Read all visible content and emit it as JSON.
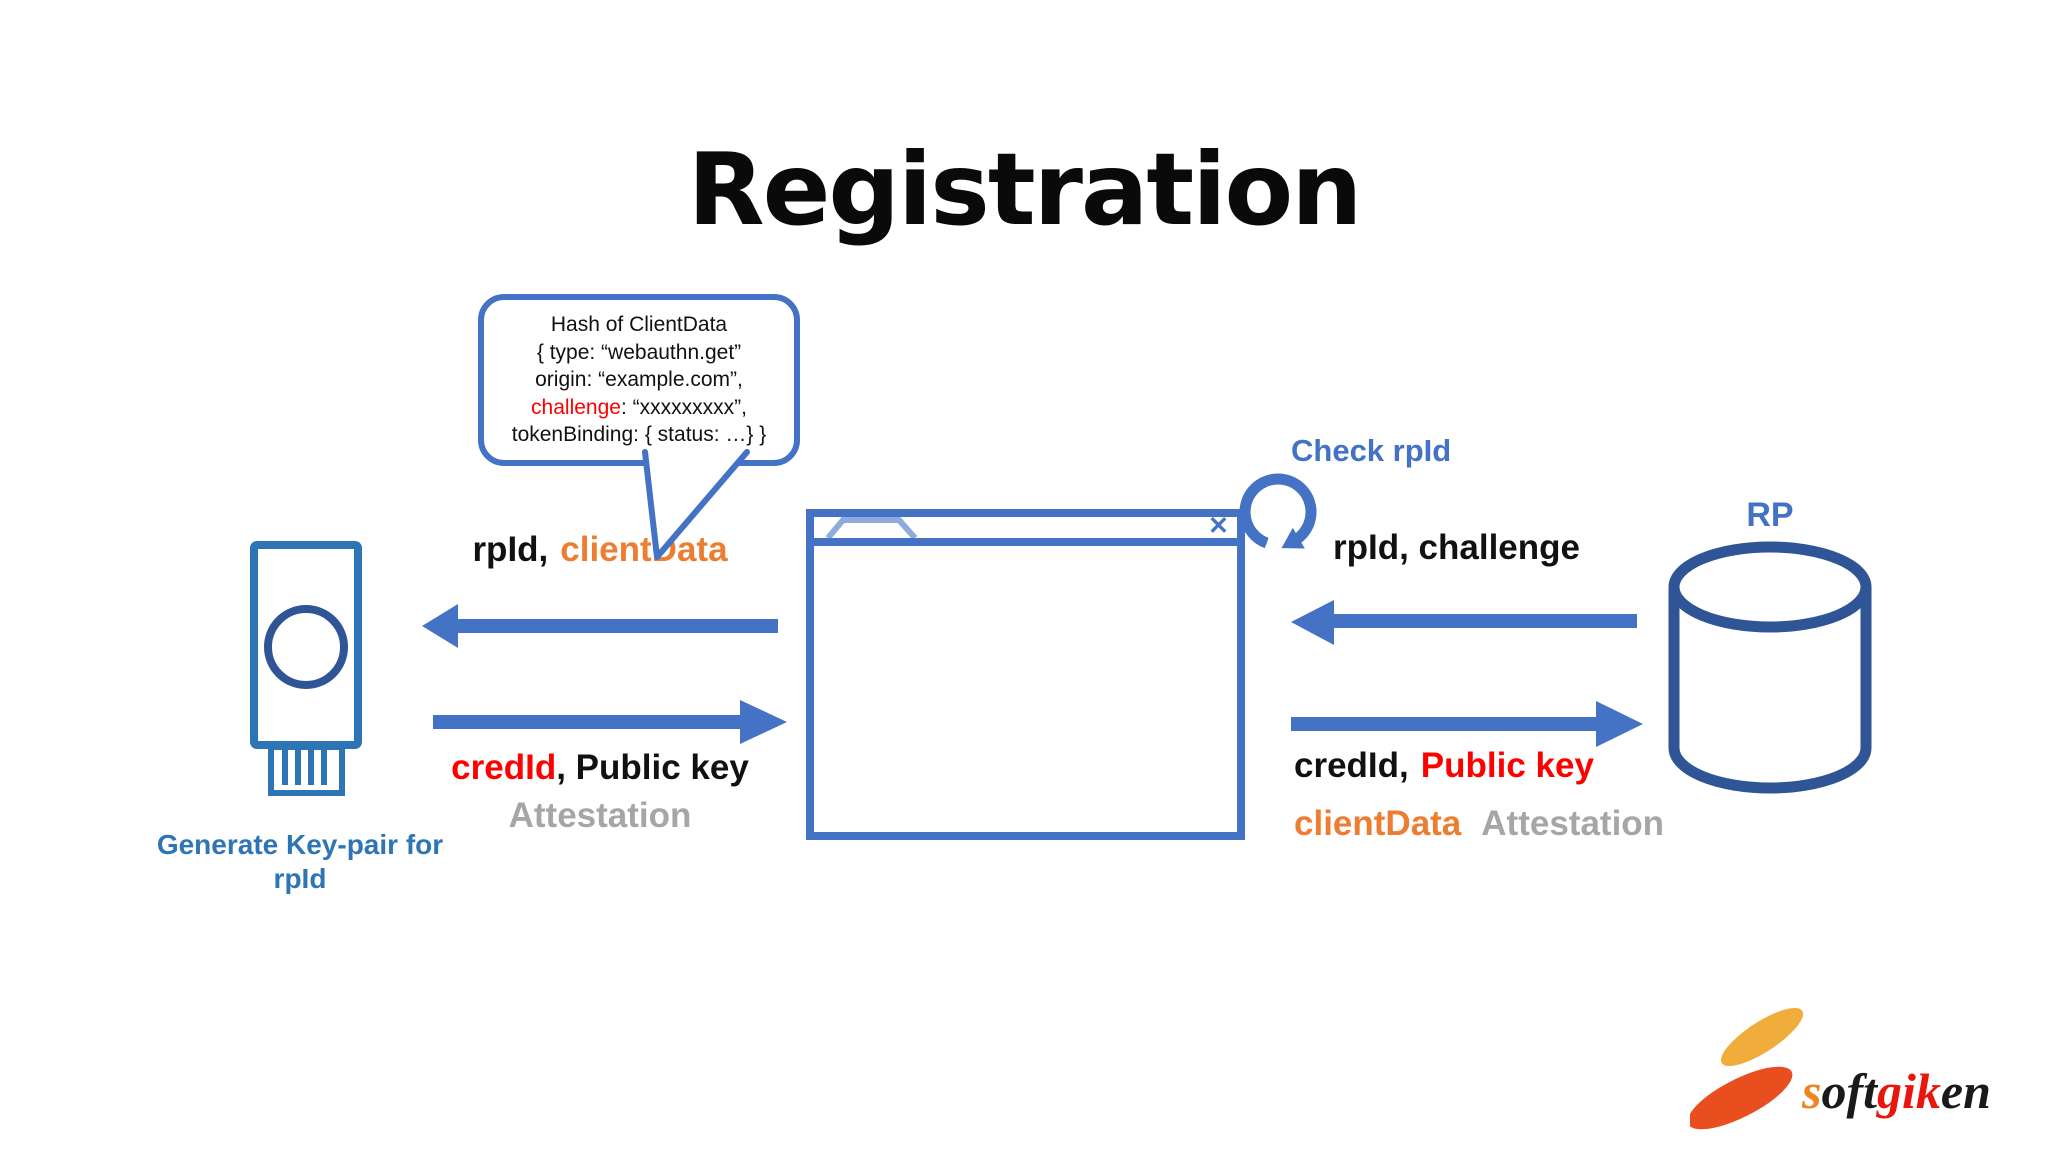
{
  "title": "Registration",
  "speech_bubble": {
    "line1": "Hash of ClientData",
    "line2": "{ type: “webauthn.get”",
    "line3": "origin: “example.com”,",
    "line4_challenge": "challenge",
    "line4_rest": ": “xxxxxxxxx”,",
    "line5": "tokenBinding: { status: …} }"
  },
  "authenticator": {
    "caption_line1": "Generate Key-pair for",
    "caption_line2": "rpId"
  },
  "flow_left": {
    "request_rpid": "rpId,",
    "request_clientdata": "clientData",
    "response_credid": "credId",
    "response_rest": ", Public key",
    "response_attestation": "Attestation"
  },
  "browser": {
    "close_glyph": "✕"
  },
  "check_rpid_label": "Check rpId",
  "flow_right": {
    "request": "rpId, challenge",
    "response_credid": "credId,",
    "response_publickey": "Public key",
    "response_clientdata": "clientData",
    "response_attestation": "Attestation"
  },
  "rp_label": "RP",
  "logo": {
    "s": "s",
    "oft": "oft",
    "gik": "gik",
    "en": "en"
  },
  "colors": {
    "accent_blue": "#4472C4",
    "dark_blue": "#2F5597",
    "key_blue": "#2E75B6",
    "tab_light_blue": "#8FAADC",
    "orange": "#ED7D31",
    "red": "#FF0000",
    "gray": "#A6A6A6"
  }
}
